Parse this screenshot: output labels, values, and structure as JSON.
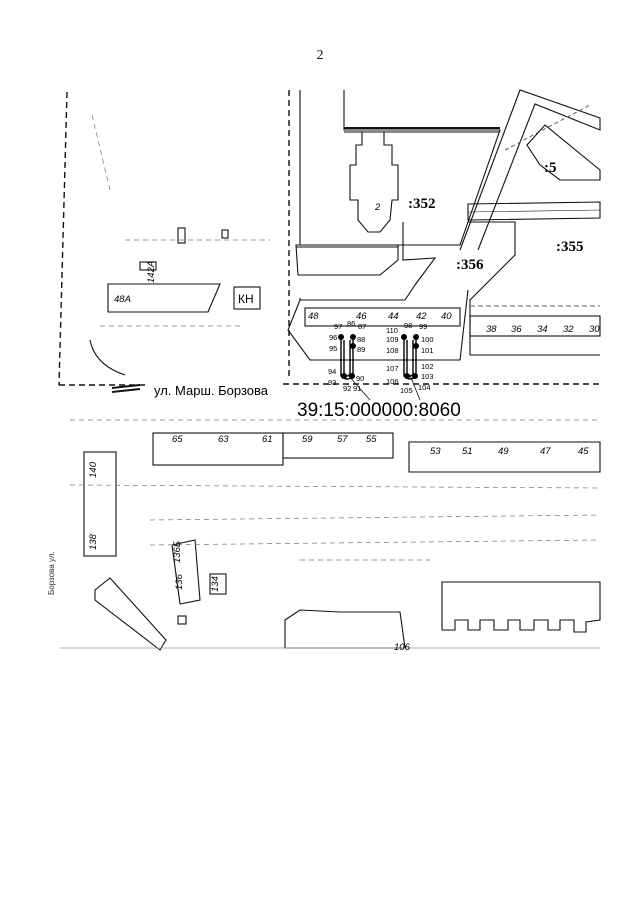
{
  "page_number": "2",
  "cadastral_number": "39:15:000000:8060",
  "street_label": "ул. Марш. Борзова",
  "kn_label": "КН",
  "parcels": {
    "p352": ":352",
    "p355": ":355",
    "p356": ":356",
    "p5": ":5"
  },
  "buildings": {
    "b2": "2",
    "b48a": "48А",
    "b142a": "142А",
    "b48": "48",
    "b46": "46",
    "b44": "44",
    "b42": "42",
    "b40": "40",
    "b38": "38",
    "b36": "36",
    "b34": "34",
    "b32": "32",
    "b30": "30",
    "b65": "65",
    "b63": "63",
    "b61": "61",
    "b59": "59",
    "b57": "57",
    "b55": "55",
    "b53": "53",
    "b51": "51",
    "b49": "49",
    "b47": "47",
    "b45": "45",
    "b140": "140",
    "b138": "138",
    "b136": "136",
    "b134": "134",
    "b136b": "136Б",
    "b106": "106"
  },
  "points": [
    "86",
    "87",
    "88",
    "89",
    "90",
    "91",
    "92",
    "93",
    "94",
    "95",
    "96",
    "97",
    "98",
    "99",
    "100",
    "101",
    "102",
    "103",
    "104",
    "105",
    "106",
    "107",
    "108",
    "109",
    "110"
  ],
  "side_street_label": "Борзова ул."
}
